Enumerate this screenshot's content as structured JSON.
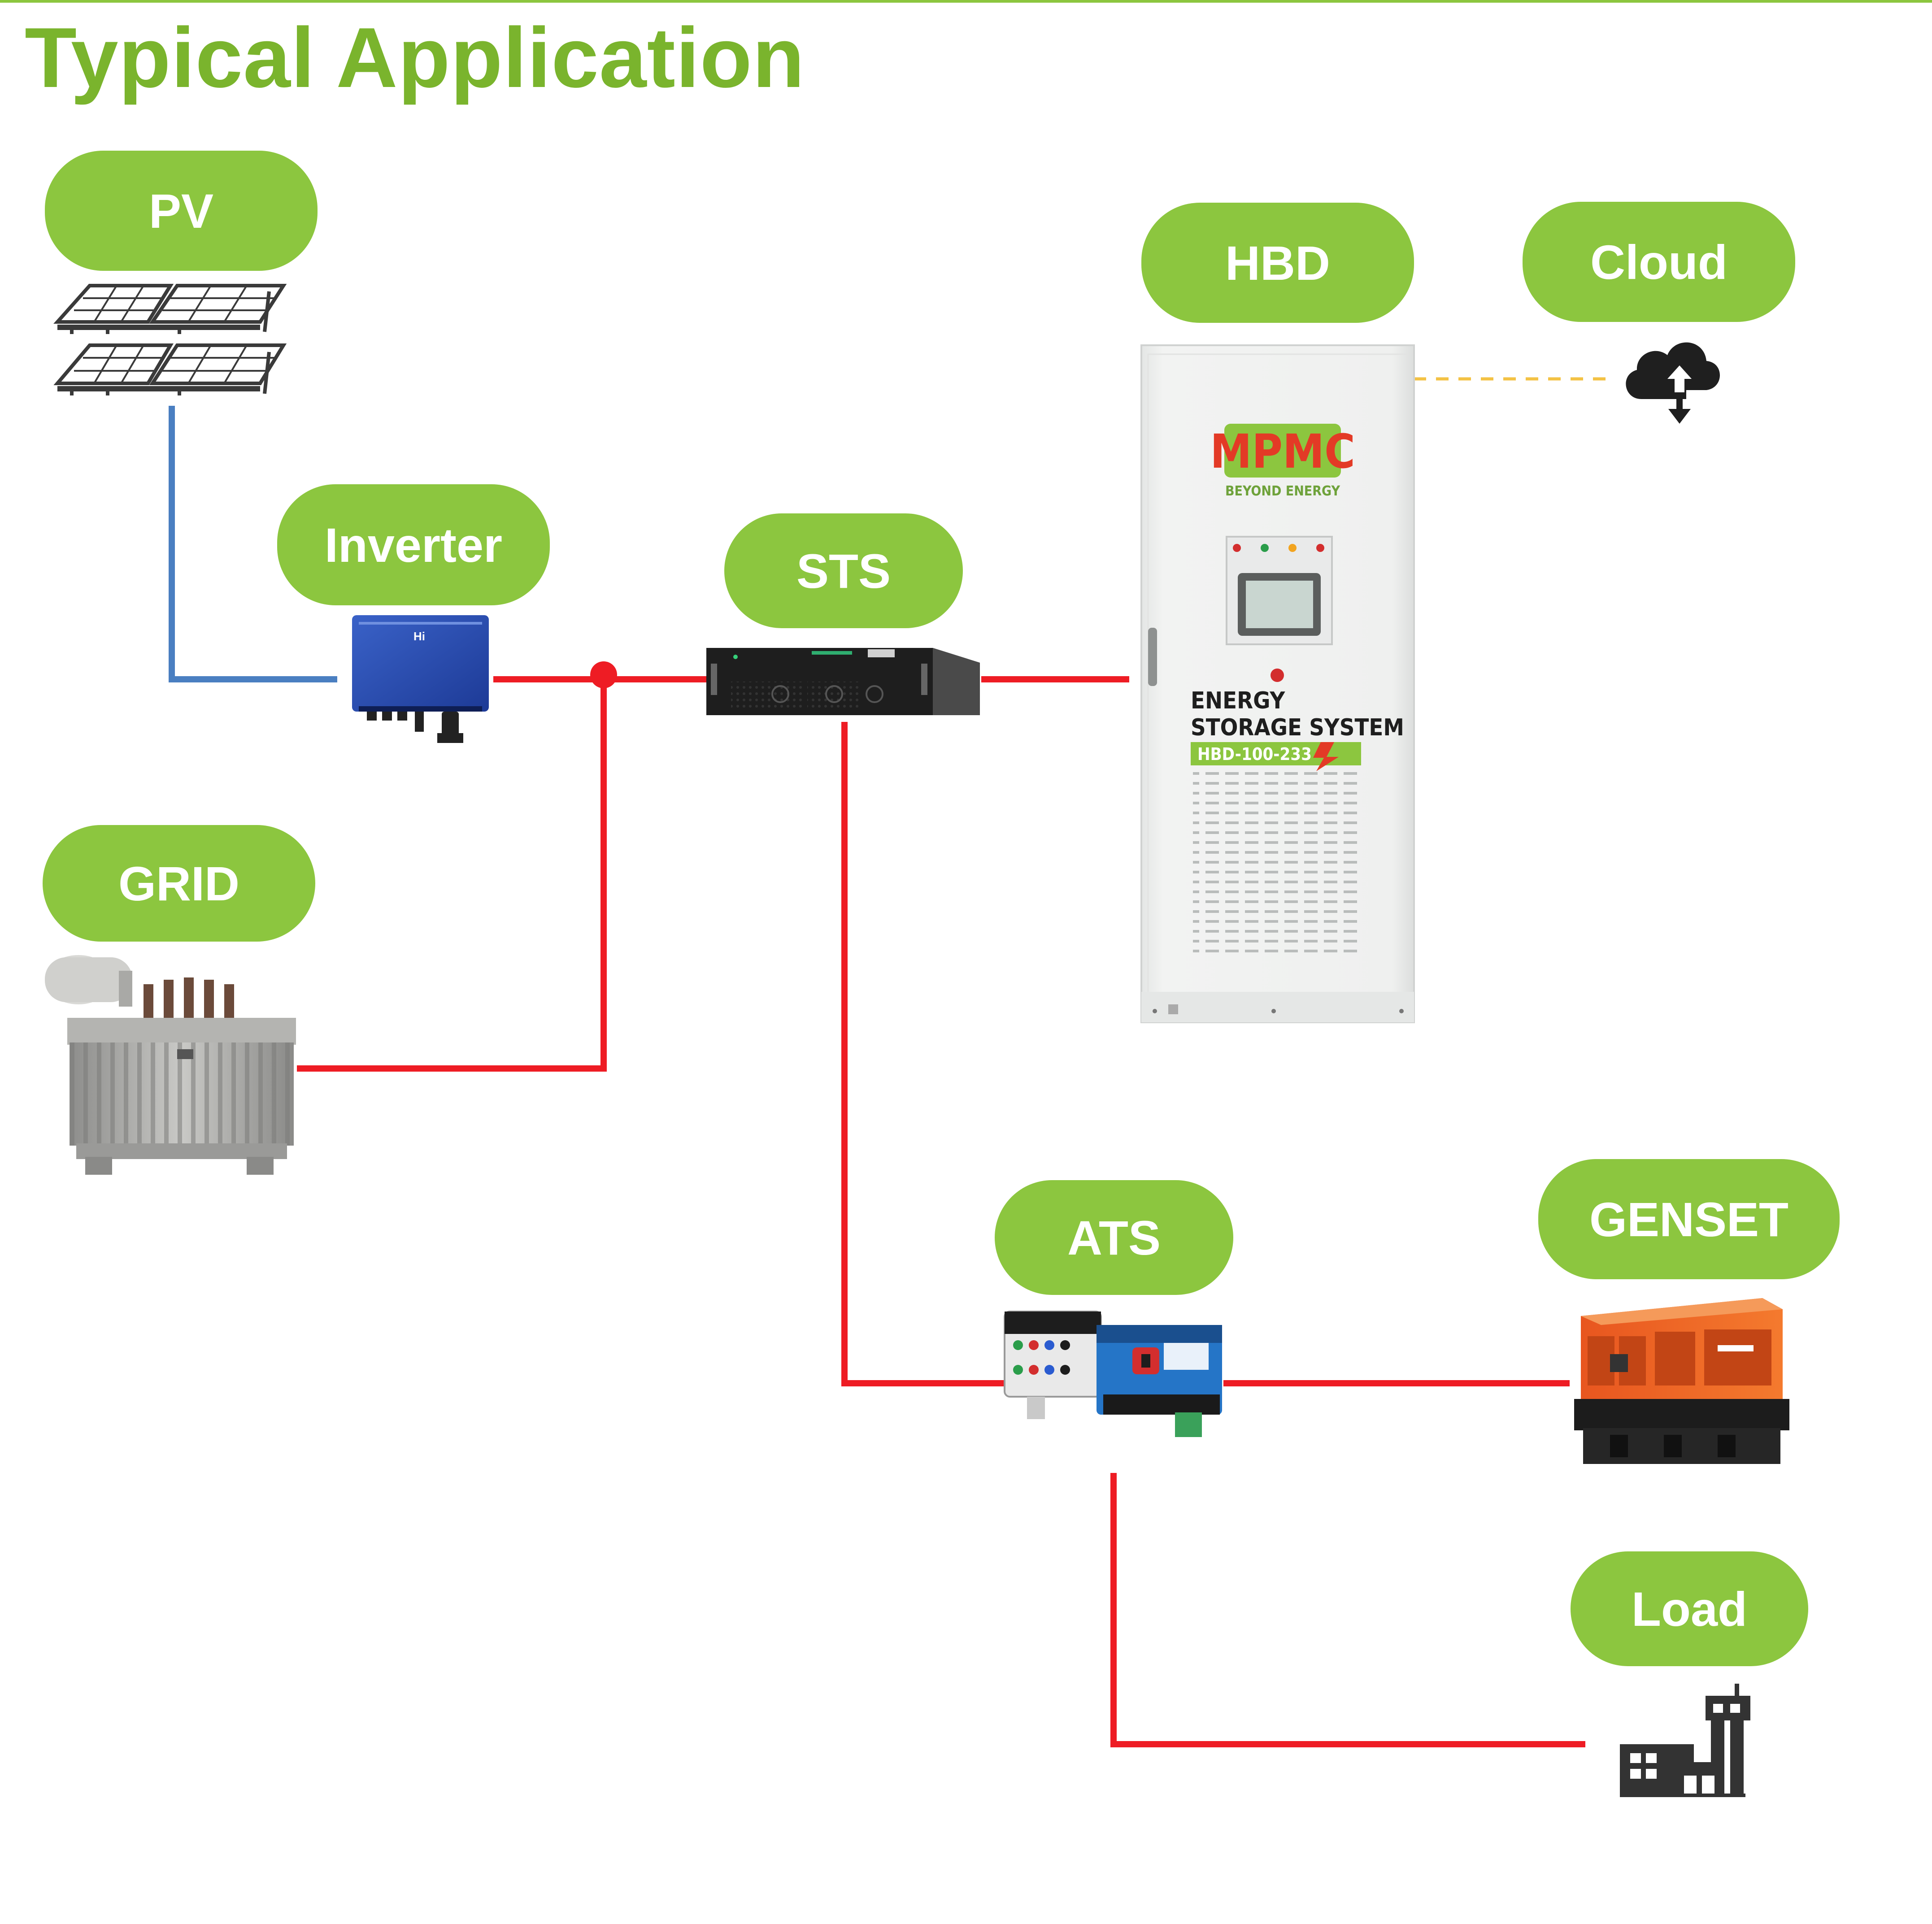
{
  "page": {
    "title": "Typical Application"
  },
  "colors": {
    "accent_green": "#8cc63f",
    "title_green": "#7ab42d",
    "ac_line": "#ee1c24",
    "dc_line": "#4a7fc1",
    "cloud_link": "#f3c244"
  },
  "nodes": {
    "pv": {
      "label": "PV",
      "icon": "solar-panel-icon"
    },
    "inverter": {
      "label": "Inverter",
      "icon": "inverter-icon"
    },
    "sts": {
      "label": "STS",
      "icon": "rack-unit-icon"
    },
    "hbd": {
      "label": "HBD",
      "icon": "energy-storage-cabinet"
    },
    "cloud": {
      "label": "Cloud",
      "icon": "cloud-upload-icon"
    },
    "grid": {
      "label": "GRID",
      "icon": "transformer-icon"
    },
    "ats": {
      "label": "ATS",
      "icon": "transfer-switch-icon"
    },
    "genset": {
      "label": "GENSET",
      "icon": "generator-icon"
    },
    "load": {
      "label": "Load",
      "icon": "factory-icon"
    }
  },
  "cabinet": {
    "brand": "MPMC",
    "tagline": "BEYOND ENERGY",
    "system_line1": "ENERGY",
    "system_line2": "STORAGE SYSTEM",
    "model": "HBD-100-233"
  },
  "inverter_device": {
    "brand_mark": "Hi"
  }
}
